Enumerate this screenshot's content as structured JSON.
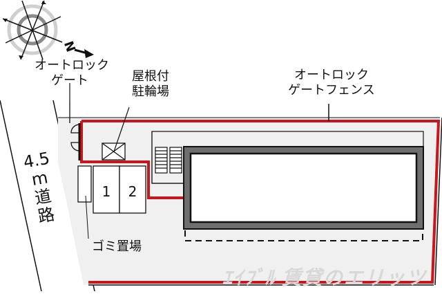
{
  "diagram": {
    "type": "site-plan",
    "compass": {
      "icon": "compass-rose-icon",
      "north_label": "N",
      "arrow": "north-arrow-icon"
    },
    "labels": {
      "autolock_gate": [
        "オートロック",
        "ゲート"
      ],
      "covered_bicycle_parking": [
        "屋根付",
        "駐輪場"
      ],
      "autolock_gate_fence": [
        "オートロック",
        "ゲートフェンス"
      ],
      "road": [
        "4.5",
        "m",
        "道",
        "路"
      ],
      "garbage_area": "ゴミ置場"
    },
    "parking_slots": [
      "1",
      "2"
    ],
    "watermark": {
      "logo": "ｴｲﾌﾞﾙ",
      "text": "賃貸のエリッツ"
    },
    "colors": {
      "fence_red": "#c8161d",
      "building_gray": "#6e6e6e",
      "lot_fill": "#f0f0f0",
      "line": "#111111"
    }
  }
}
